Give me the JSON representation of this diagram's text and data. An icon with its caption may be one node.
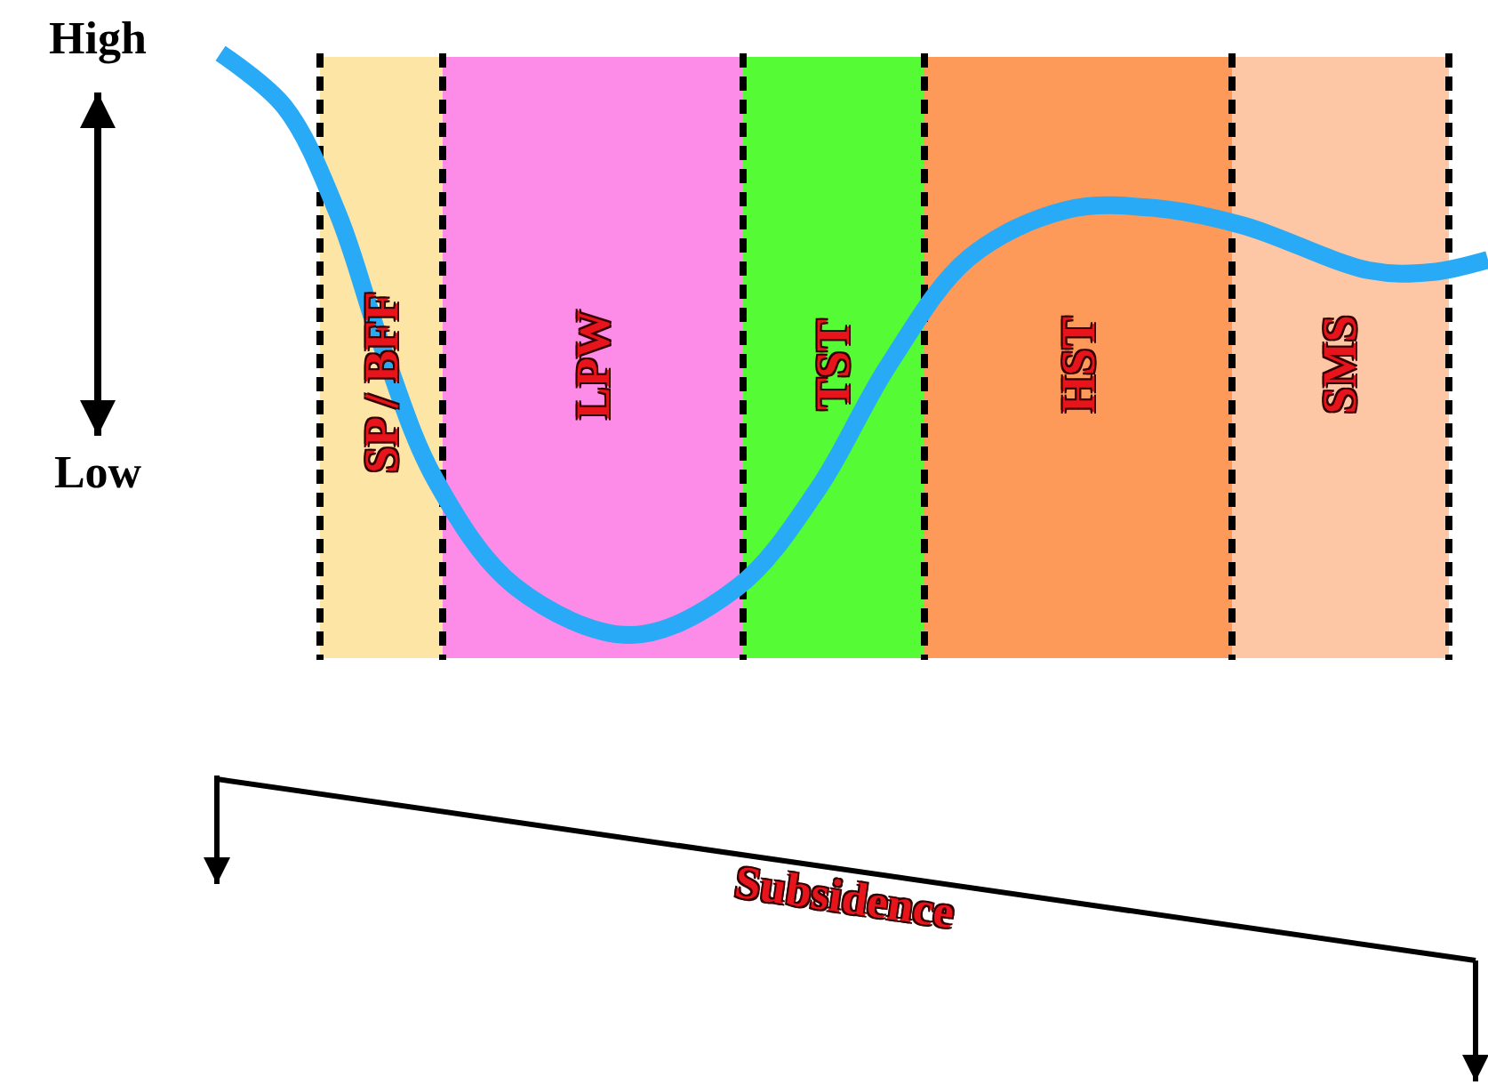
{
  "diagram": {
    "nodes": [
      {
        "text": [
          "SP / BFF"
        ]
      },
      {
        "text": [
          "LPW"
        ]
      },
      {
        "text": [
          "TST"
        ]
      },
      {
        "text": [
          "HST"
        ]
      },
      {
        "text": [
          "SMS"
        ]
      }
    ],
    "labels": [
      "High",
      "Low",
      "Subsidence"
    ]
  }
}
